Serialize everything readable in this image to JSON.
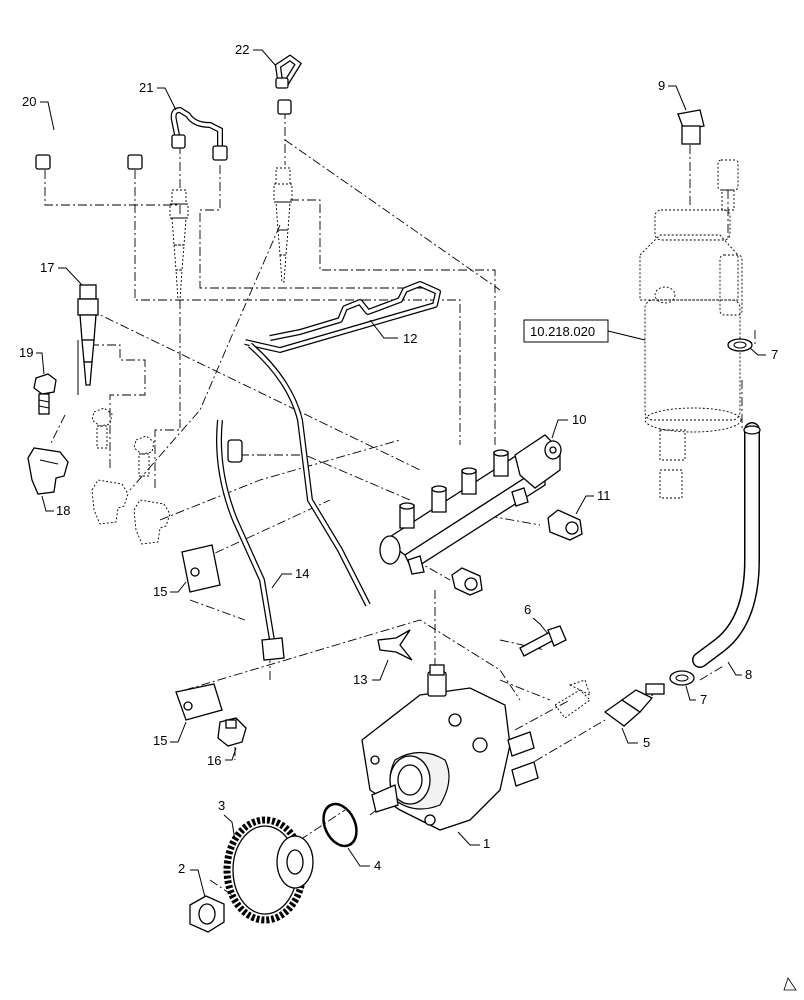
{
  "callouts": {
    "c1": "1",
    "c2": "2",
    "c3": "3",
    "c4": "4",
    "c5": "5",
    "c6": "6",
    "c7a": "7",
    "c7b": "7",
    "c8": "8",
    "c9": "9",
    "c10": "10",
    "c11": "11",
    "c12": "12",
    "c13": "13",
    "c14": "14",
    "c15a": "15",
    "c15b": "15",
    "c16": "16",
    "c17": "17",
    "c18": "18",
    "c19": "19",
    "c20": "20",
    "c21": "21",
    "c22": "22"
  },
  "reference": {
    "label": "10.218.020"
  },
  "colors": {
    "line": "#000000",
    "background": "#ffffff",
    "fill": "#ffffff"
  }
}
